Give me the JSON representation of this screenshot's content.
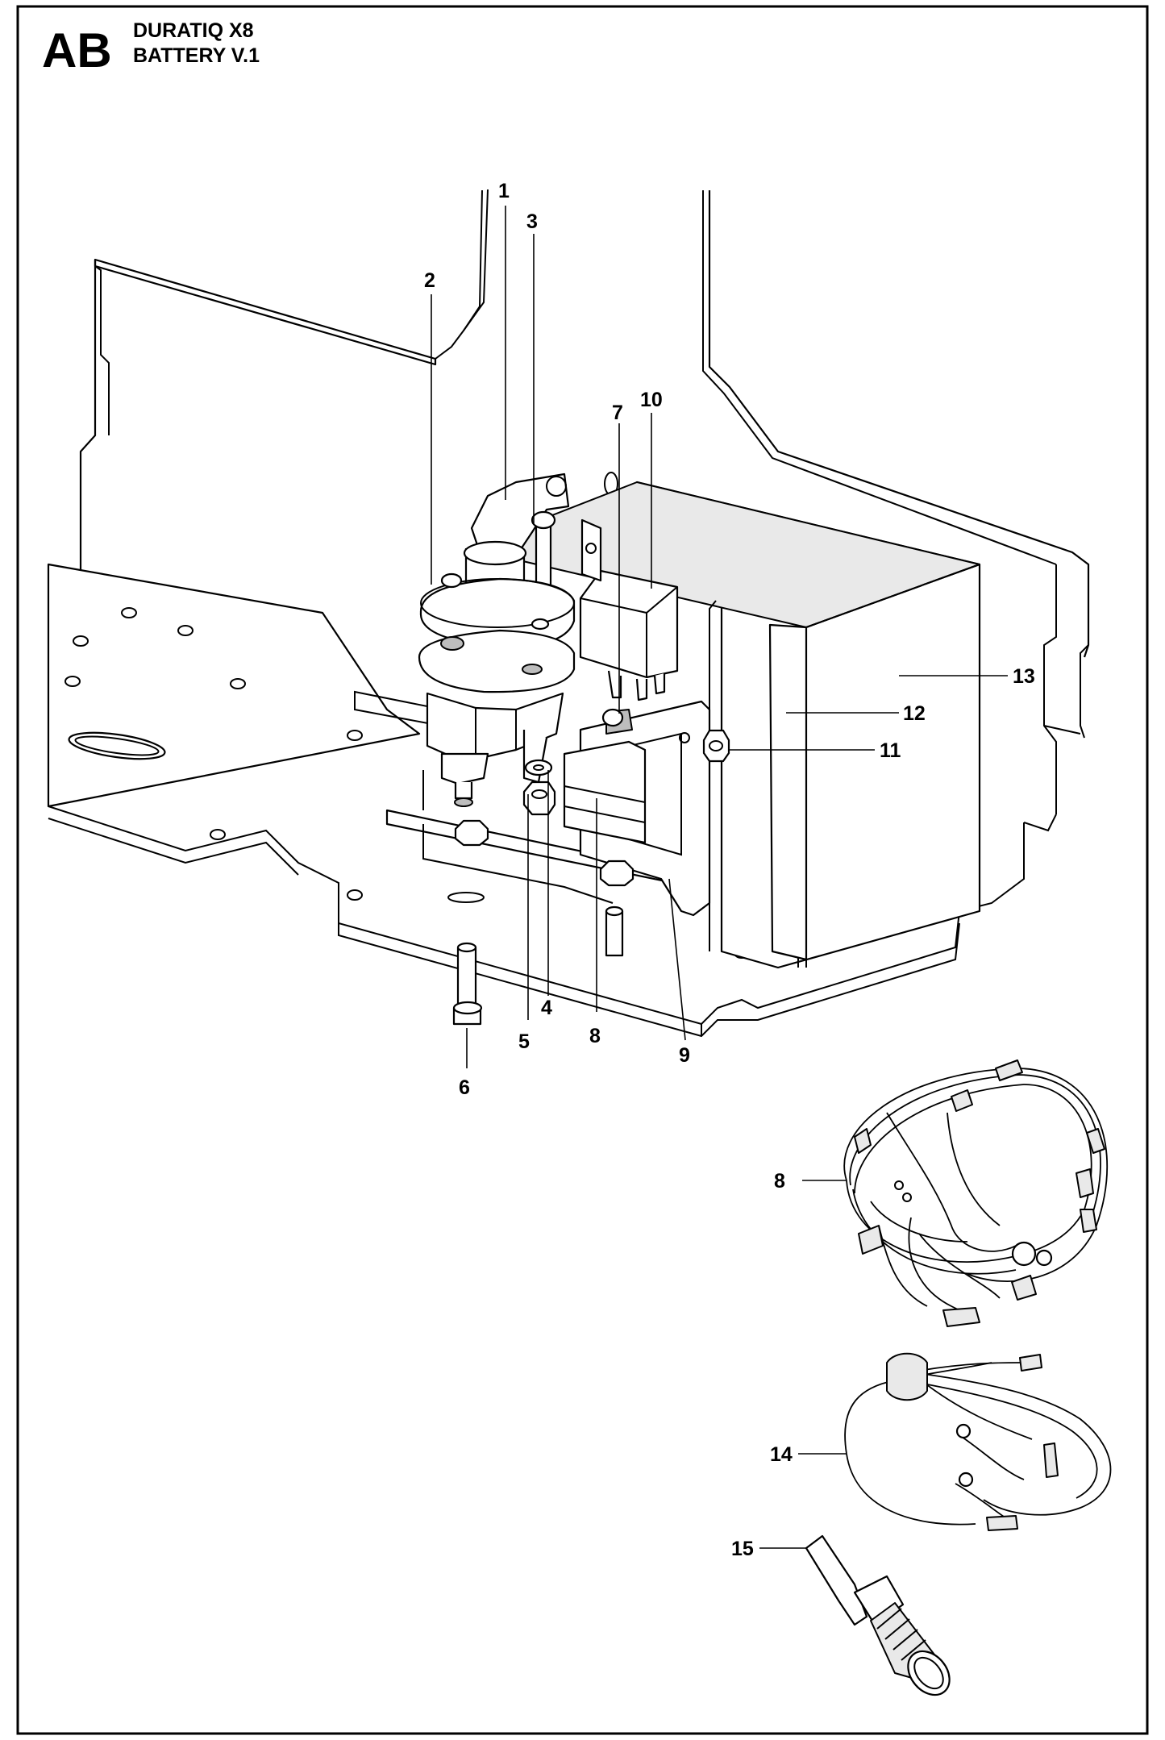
{
  "header": {
    "section_code": "AB",
    "model": "DURATIQ X8",
    "subtitle": "BATTERY V.1"
  },
  "callouts": [
    "1",
    "2",
    "3",
    "4",
    "5",
    "6",
    "7",
    "8",
    "9",
    "10",
    "11",
    "12",
    "13",
    "8",
    "14",
    "15"
  ]
}
